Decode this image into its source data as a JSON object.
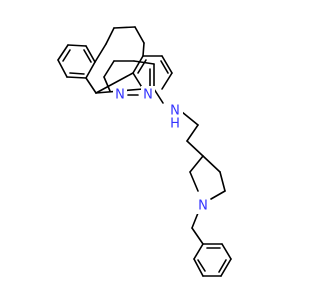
{
  "molecule": {
    "atoms": {
      "n_pyridazine_1": "N",
      "n_pyridazine_2": "N",
      "n_amine": "N",
      "h_amine": "H",
      "n_piperidine": "N"
    },
    "colors": {
      "bond": "#000000",
      "nitrogen": "#3333ff",
      "background": "#ffffff"
    }
  }
}
